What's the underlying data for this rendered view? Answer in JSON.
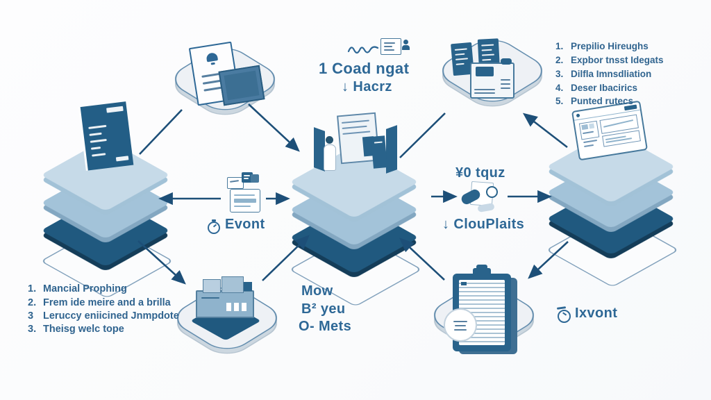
{
  "diagram_title": "isometric-process-flow-diagram",
  "colors": {
    "arrow": "#1d4f78",
    "text_blue": "#2e6896",
    "list_blue": "#30648f",
    "layer_light": "#c6dae8",
    "layer_mid": "#a3c3d9",
    "layer_dark": "#20597f",
    "cloud_fill": "#eef1f5",
    "cloud_border": "#5e89ab",
    "panel_dark": "#29638b"
  },
  "top_center": {
    "icons": [
      "wave-signature-icon",
      "document-user-icon"
    ],
    "line1": "1 Coad ngat",
    "line2": "↓ Hacrz"
  },
  "right_list": {
    "items": [
      {
        "num": "1.",
        "text": "Prepilio Hireughs"
      },
      {
        "num": "2.",
        "text": "Expbor tnsst Idegats"
      },
      {
        "num": "3.",
        "text": "Dilfla Imnsdliation"
      },
      {
        "num": "4.",
        "text": "Deser Ibacirics"
      },
      {
        "num": "5.",
        "text": "Punted rutecs"
      }
    ]
  },
  "left_list": {
    "items": [
      {
        "num": "1.",
        "text": "Mancial Prophing"
      },
      {
        "num": "2.",
        "text": "Frem ide meire and a brilla"
      },
      {
        "num": "3",
        "text": "Leruccy eniicined Jnmpdote"
      },
      {
        "num": "3.",
        "text": "Theisg welc tope"
      }
    ]
  },
  "mid_left": {
    "icon": "stopwatch-icon",
    "label": "Evont"
  },
  "mid_right": {
    "icon": "hands-package-icon",
    "top_label": "¥0 tquz",
    "bottom_label": "↓ ClouPlaits"
  },
  "bottom_center": {
    "lines": [
      "Mow",
      "B² yeu",
      "O- Mets"
    ]
  },
  "bottom_right": {
    "icon": "gauge-icon",
    "label": "Ixvont"
  },
  "nodes": {
    "top_left_cloud": "document-card-platform",
    "top_right_cloud": "server-printer-platform",
    "bottom_left_cloud": "factory-machine-platform",
    "bottom_right_cloud": "clipboard-report-platform",
    "left_stack": "layer-stack-with-terminal-panel",
    "center_stack": "layer-stack-with-operator-machine",
    "right_stack": "layer-stack-with-browser-window"
  }
}
